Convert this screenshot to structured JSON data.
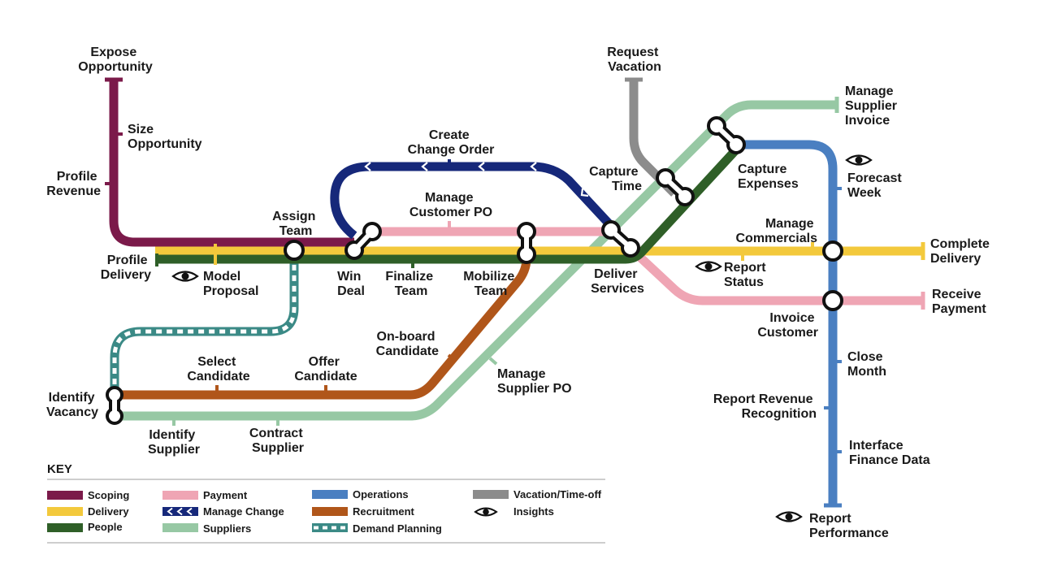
{
  "colors": {
    "scoping": "#7b1a4a",
    "delivery": "#f3c93c",
    "people": "#2f5f28",
    "payment": "#efa5b4",
    "manage_change": "#16287a",
    "suppliers": "#97c8a4",
    "operations": "#4a7fc1",
    "recruitment": "#b0561a",
    "demand_planning": "#3b8a86",
    "vacation": "#8c8c8c"
  },
  "stations": {
    "expose_opportunity": [
      "Expose",
      "Opportunity"
    ],
    "size_opportunity": [
      "Size",
      "Opportunity"
    ],
    "profile_revenue": [
      "Profile",
      "Revenue"
    ],
    "profile_delivery": [
      "Profile",
      "Delivery"
    ],
    "model_proposal": [
      "Model",
      "Proposal"
    ],
    "assign_team": [
      "Assign",
      "Team"
    ],
    "create_change_order": [
      "Create",
      "Change Order"
    ],
    "manage_customer_po": [
      "Manage",
      "Customer PO"
    ],
    "win_deal": [
      "Win",
      "Deal"
    ],
    "finalize_team": [
      "Finalize",
      "Team"
    ],
    "mobilize_team": [
      "Mobilize",
      "Team"
    ],
    "request_vacation": [
      "Request",
      "Vacation"
    ],
    "capture_time": [
      "Capture",
      "Time"
    ],
    "capture_expenses": [
      "Capture",
      "Expenses"
    ],
    "manage_supplier_invoice": [
      "Manage",
      "Supplier",
      "Invoice"
    ],
    "forecast_week": [
      "Forecast",
      "Week"
    ],
    "deliver_services": [
      "Deliver",
      "Services"
    ],
    "manage_commercials": [
      "Manage",
      "Commercials"
    ],
    "report_status": [
      "Report",
      "Status"
    ],
    "complete_delivery": [
      "Complete",
      "Delivery"
    ],
    "invoice_customer": [
      "Invoice",
      "Customer"
    ],
    "receive_payment": [
      "Receive",
      "Payment"
    ],
    "on_board_candidate": [
      "On-board",
      "Candidate"
    ],
    "manage_supplier_po": [
      "Manage",
      "Supplier PO"
    ],
    "select_candidate": [
      "Select",
      "Candidate"
    ],
    "offer_candidate": [
      "Offer",
      "Candidate"
    ],
    "identify_vacancy": [
      "Identify",
      "Vacancy"
    ],
    "identify_supplier": [
      "Identify",
      "Supplier"
    ],
    "contract_supplier": [
      "Contract",
      "Supplier"
    ],
    "close_month": [
      "Close",
      "Month"
    ],
    "report_revenue_recognition": [
      "Report Revenue",
      "Recognition"
    ],
    "interface_finance_data": [
      "Interface",
      "Finance Data"
    ],
    "report_performance": [
      "Report",
      "Performance"
    ]
  },
  "key": {
    "title": "KEY",
    "items": [
      {
        "id": "scoping",
        "label": "Scoping"
      },
      {
        "id": "delivery",
        "label": "Delivery"
      },
      {
        "id": "people",
        "label": "People"
      },
      {
        "id": "payment",
        "label": "Payment"
      },
      {
        "id": "manage_change",
        "label": "Manage Change"
      },
      {
        "id": "suppliers",
        "label": "Suppliers"
      },
      {
        "id": "operations",
        "label": "Operations"
      },
      {
        "id": "recruitment",
        "label": "Recruitment"
      },
      {
        "id": "demand_planning",
        "label": "Demand Planning"
      },
      {
        "id": "vacation",
        "label": "Vacation/Time-off"
      },
      {
        "id": "insights",
        "label": "Insights"
      }
    ]
  },
  "icons": {
    "insights": "eye-icon"
  }
}
